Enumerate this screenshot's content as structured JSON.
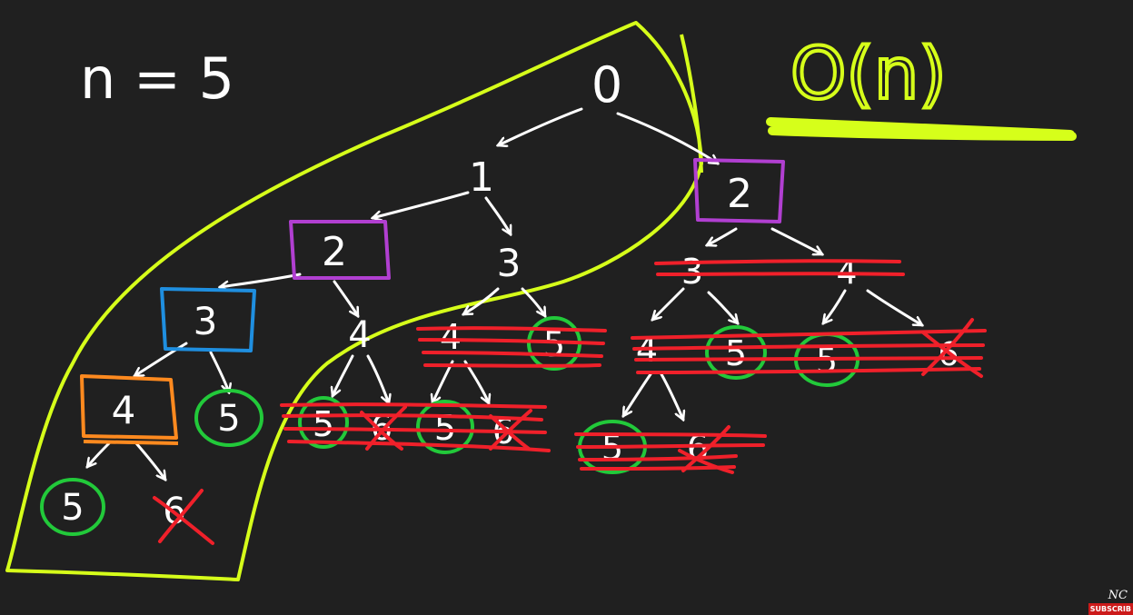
{
  "header": {
    "problem_size": "n = 5",
    "complexity": "O(n)"
  },
  "colors": {
    "background": "#202020",
    "chalk": "#ffffff",
    "highlight": "#d6ff1a",
    "purple": "#b13fd1",
    "blue": "#1f8fe0",
    "orange": "#ff8a1f",
    "green": "#22c93a",
    "red": "#f0202a"
  },
  "tree": {
    "root": "0",
    "nodes": [
      "1",
      "2",
      "2",
      "3",
      "3",
      "3",
      "4",
      "4",
      "4",
      "4",
      "4",
      "5",
      "5",
      "5",
      "5",
      "5",
      "5",
      "5",
      "5",
      "6",
      "6",
      "6",
      "6",
      "6"
    ]
  },
  "watermark": {
    "logo": "NC",
    "label": "SUBSCRIB"
  }
}
